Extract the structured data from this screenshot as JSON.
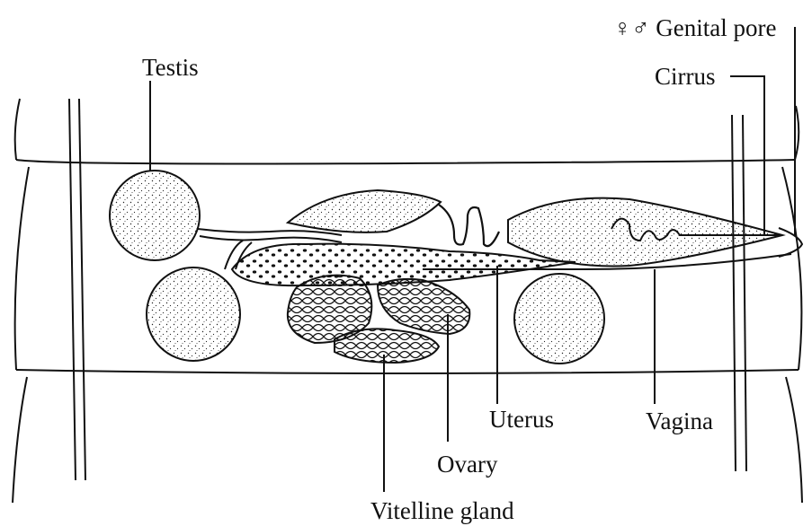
{
  "labels": {
    "testis": "Testis",
    "genital_pore": "♀♂ Genital pore",
    "cirrus": "Cirrus",
    "uterus": "Uterus",
    "vagina": "Vagina",
    "ovary": "Ovary",
    "vitelline_gland": "Vitelline gland"
  },
  "colors": {
    "ink": "#111111",
    "paper": "#ffffff"
  }
}
